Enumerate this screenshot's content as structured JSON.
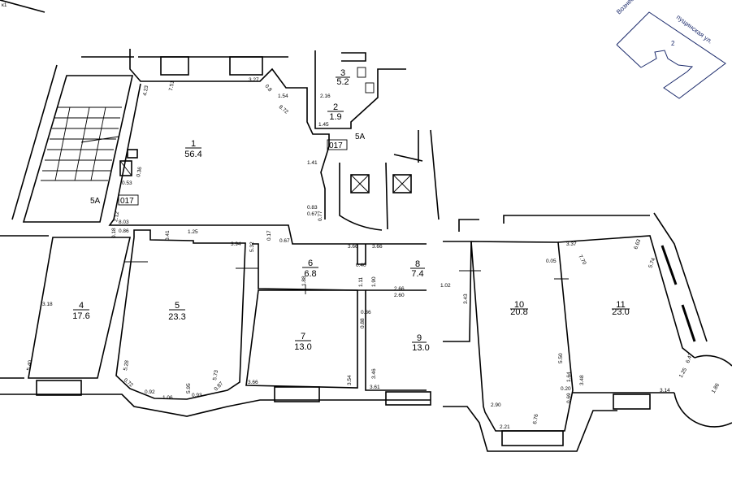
{
  "sheet_mark": "к1",
  "key_plan": {
    "building_number": "2",
    "street_top": "Вознес",
    "street_right": "пущинская ул."
  },
  "rooms": [
    {
      "number": "1",
      "area": "56.4"
    },
    {
      "number": "2",
      "area": "1.9"
    },
    {
      "number": "3",
      "area": "5.2"
    },
    {
      "number": "4",
      "area": "17.6"
    },
    {
      "number": "5",
      "area": "23.3"
    },
    {
      "number": "6",
      "area": "6.8"
    },
    {
      "number": "7",
      "area": "13.0"
    },
    {
      "number": "8",
      "area": "7.4"
    },
    {
      "number": "9",
      "area": "13.0"
    },
    {
      "number": "10",
      "area": "20.8"
    },
    {
      "number": "11",
      "area": "23.0"
    }
  ],
  "tags": {
    "section_left": "5A",
    "code_left": "017",
    "section_right": "5A",
    "code_right": "017"
  },
  "dims": [
    "4.23",
    "7.51",
    "3.27",
    "0.8",
    "1.54",
    "8.72",
    "0.53",
    "0.36",
    "2.12",
    "8.03",
    "0.86",
    "0.18",
    "0.41",
    "1.25",
    "3.94",
    "5.32",
    "0.17",
    "0.67",
    "3.18",
    "5.40",
    "5.28",
    "0.72",
    "0.92",
    "1.06",
    "5.95",
    "0.93",
    "5.73",
    "0.87",
    "3.66",
    "1.88",
    "3.54",
    "3.46",
    "3.61",
    "3.66",
    "3.66",
    "0.40",
    "2.66",
    "2.60",
    "0.36",
    "0.88",
    "1.11",
    "1.90",
    "2.90",
    "2.21",
    "6.76",
    "5.50",
    "1.64",
    "0.20",
    "0.69",
    "3.48",
    "3.14",
    "3.37",
    "7.70",
    "6.63",
    "5.74",
    "1.02",
    "3.43",
    "1.25",
    "1.86",
    "6.47",
    "0.05",
    "1.41",
    "0.83",
    "0.67",
    "0.77",
    "2.16",
    "1.45"
  ]
}
